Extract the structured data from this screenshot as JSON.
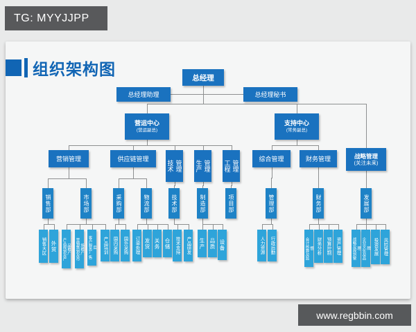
{
  "badge": {
    "text": "TG: MYYJJPP"
  },
  "title": {
    "text": "组织架构图"
  },
  "footer": {
    "url": "www.regbbin.com"
  },
  "colors": {
    "title_blue": "#1165b4",
    "node_blue": "#1a72bf",
    "dept_blue": "#1e82c6",
    "leaf_blue": "#2ea4da",
    "badge_gray": "#58595b",
    "connector_gray": "#8d8f90",
    "page_bg": "#e9eaea",
    "card_bg": "#f5f6f6"
  },
  "org": {
    "nodes": {
      "ceo": {
        "label": "总经理"
      },
      "assistant": {
        "label": "总经理助理"
      },
      "secretary": {
        "label": "总经理秘书"
      },
      "ops_center": {
        "label": "营运中心",
        "sublabel": "(营运副总)"
      },
      "support_center": {
        "label": "支持中心",
        "sublabel": "(常务副总)"
      },
      "marketing_mgmt": {
        "label": "营销管理"
      },
      "supply_chain_mgmt": {
        "label": "供应链管理"
      },
      "tech_mgmt": {
        "label": "技术管理"
      },
      "production_mgmt": {
        "label": "生产管理"
      },
      "engineering_mgmt": {
        "label": "工程管理"
      },
      "general_mgmt": {
        "label": "综合管理"
      },
      "finance_mgmt": {
        "label": "财务管理"
      },
      "strategy_mgmt": {
        "label": "战略管理",
        "sublabel": "(关注未来)"
      },
      "sales_dept": {
        "label": "销售部"
      },
      "market_dept": {
        "label": "市场部"
      },
      "purchasing_dept": {
        "label": "采购部"
      },
      "logistics_dept": {
        "label": "物流部"
      },
      "tech_dept": {
        "label": "技术部"
      },
      "manufacturing_dept": {
        "label": "制造部"
      },
      "project_dept": {
        "label": "项目部"
      },
      "admin_dept": {
        "label": "管理部"
      },
      "finance_dept": {
        "label": "财务部"
      },
      "development_dept": {
        "label": "发展部"
      },
      "sales_region": {
        "label": "销售大区"
      },
      "foreign_trade": {
        "label": "外贸"
      },
      "product_planning": {
        "label": "产品规划及产品推广"
      },
      "marketing_planning": {
        "label": "营销策划及市场推广"
      },
      "customer_service": {
        "label": "客户服务/售后"
      },
      "product_training": {
        "label": "产品培训"
      },
      "domestic_purchasing": {
        "label": "国内采购"
      },
      "overseas_purchasing": {
        "label": "国外采购"
      },
      "order_processing": {
        "label": "订单处理"
      },
      "shipping": {
        "label": "发货"
      },
      "customs": {
        "label": "关务"
      },
      "warehousing": {
        "label": "仓储"
      },
      "tech_support": {
        "label": "技术支持"
      },
      "product_rd": {
        "label": "产品研发"
      },
      "production": {
        "label": "生产"
      },
      "quality": {
        "label": "品质"
      },
      "equipment": {
        "label": "设备"
      },
      "hr": {
        "label": "人力资源"
      },
      "admin_logistics": {
        "label": "行政后勤"
      },
      "accounting": {
        "label": "会计核算及监督"
      },
      "financial_analysis": {
        "label": "财务分析"
      },
      "budget_control": {
        "label": "预算控制"
      },
      "asset_mgmt": {
        "label": "资产管理"
      },
      "strategic_planning": {
        "label": "战略及规划管理"
      },
      "corporate_culture": {
        "label": "企业文化及品牌"
      },
      "investment_dev": {
        "label": "投资发展"
      },
      "risk_mgmt": {
        "label": "风险管理"
      }
    }
  }
}
